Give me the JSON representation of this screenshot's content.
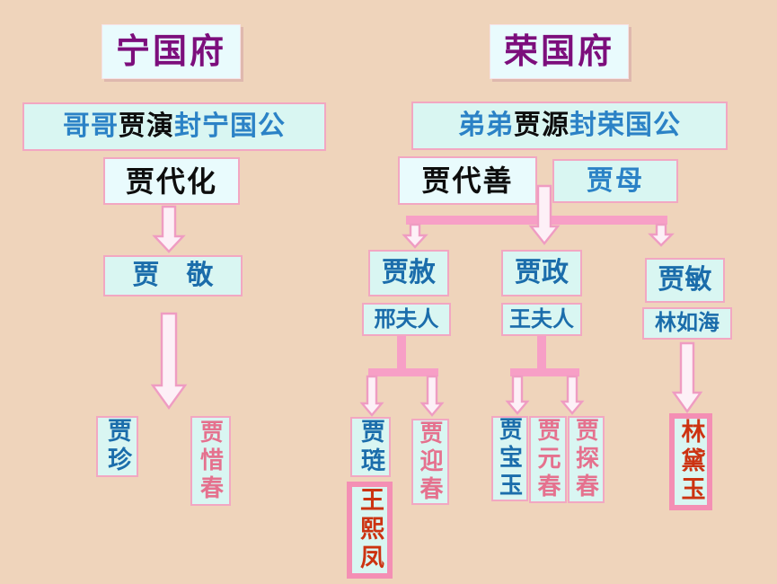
{
  "palette": {
    "bg": "#efd4bb",
    "cyan": "#d9f6f2",
    "cyanlight": "#e9fbfd",
    "boxborder": "#f2a7c2",
    "thickborder": "#f48fb4",
    "bar": "#f79fc6",
    "arrowfill": "#fdf0f7",
    "arrowstroke": "#ef9cc2",
    "purple": "#7c0e7c",
    "blue": "#1b6dab",
    "blue2": "#2b82c6",
    "black": "#0d0d0d",
    "pink": "#e5718e",
    "red": "#cc3311"
  },
  "ning": {
    "title": "宁国府",
    "founder_prefix": "哥哥",
    "founder_name": "贾演",
    "founder_suffix": "封宁国公",
    "gen2": "贾代化",
    "gen3": "贾　敬",
    "child_zhen": "贾珍",
    "child_xichun": "贾惜春"
  },
  "rong": {
    "title": "荣国府",
    "founder_prefix": "弟弟",
    "founder_name": "贾源",
    "founder_suffix": "封荣国公",
    "gen2_husband": "贾代善",
    "gen2_wife": "贾母",
    "son1": "贾赦",
    "son1_wife": "邢夫人",
    "son2": "贾政",
    "son2_wife": "王夫人",
    "daughter": "贾敏",
    "daughter_husband": "林如海",
    "grandson_lian": "贾琏",
    "lian_wife": "王熙凤",
    "granddaughter_yingchun": "贾迎春",
    "grandson_baoyu": "贾宝玉",
    "granddaughter_yuanchun": "贾元春",
    "granddaughter_tanchun": "贾探春",
    "granddaughter_daiyu": "林黛玉"
  }
}
